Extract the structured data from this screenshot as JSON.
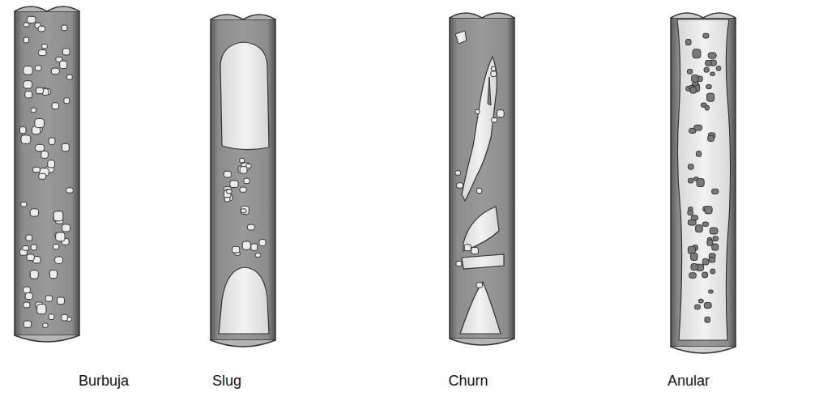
{
  "diagram": {
    "labels": [
      "Burbuja",
      "Slug",
      "Churn",
      "Anular"
    ]
  }
}
